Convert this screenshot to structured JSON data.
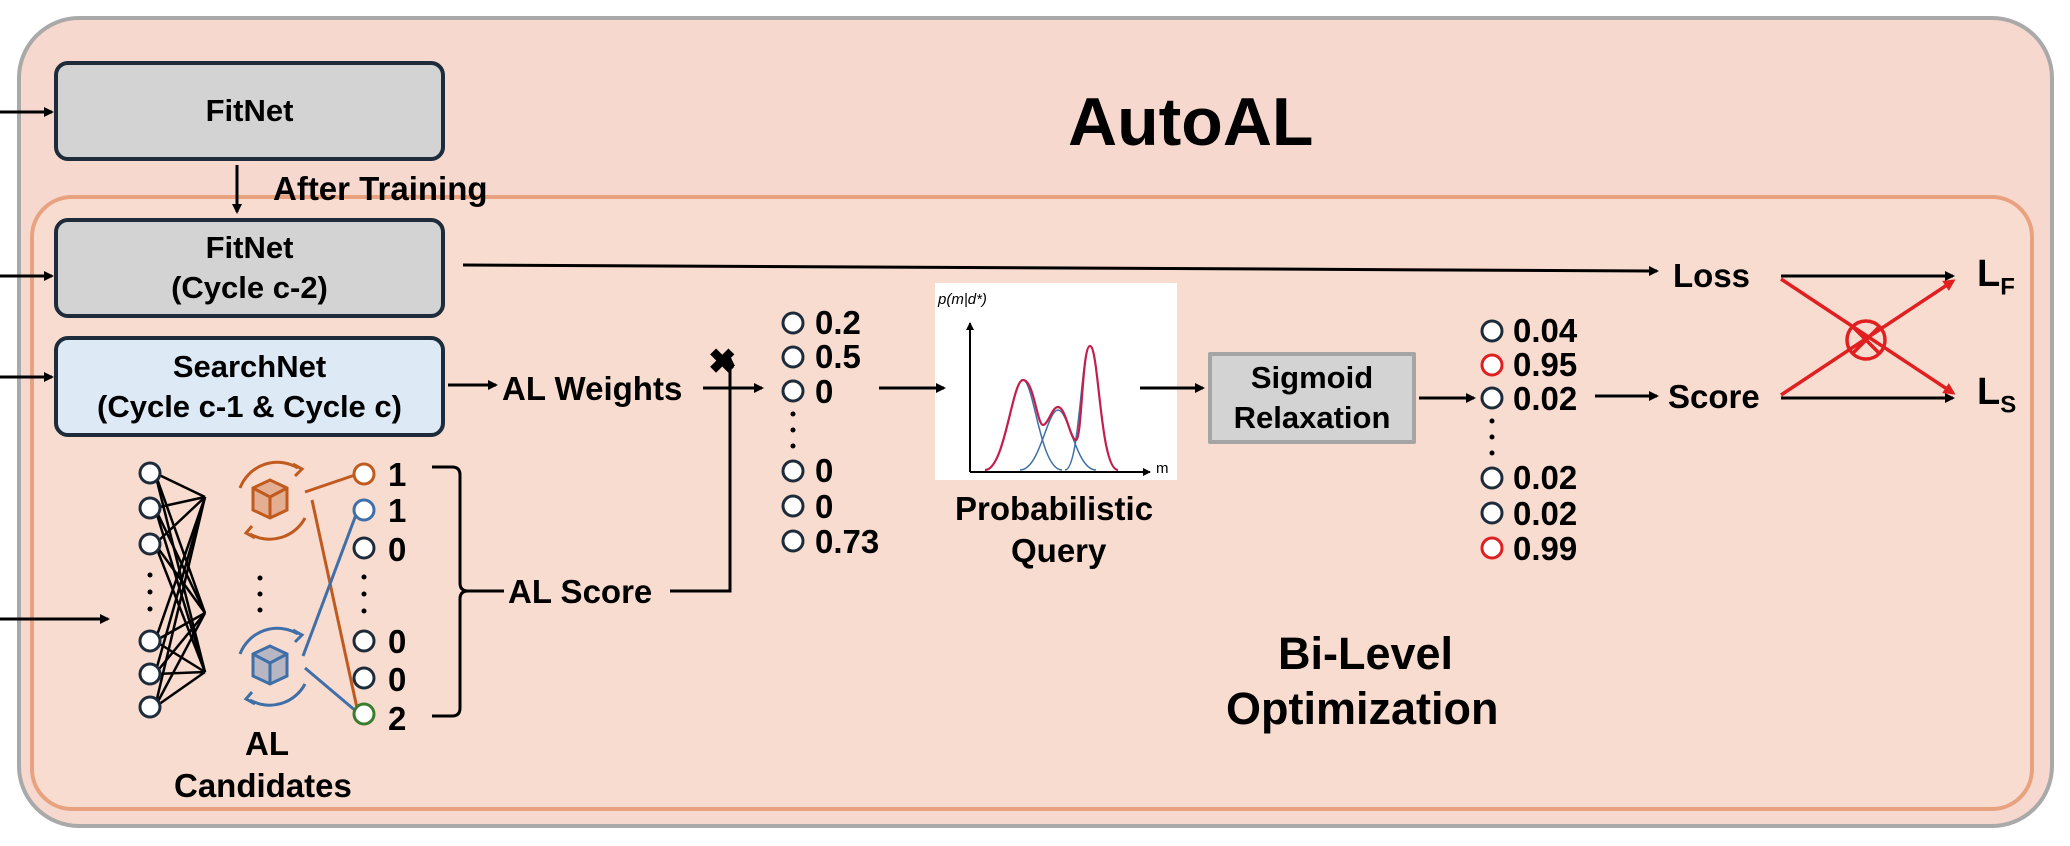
{
  "title": "AutoAL",
  "fitnet_top": "FitNet",
  "after_training": "After Training",
  "fitnet_cycle": {
    "line1": "FitNet",
    "line2": "(Cycle c-2)"
  },
  "searchnet": {
    "line1": "SearchNet",
    "line2": "(Cycle c-1 & Cycle c)"
  },
  "al_weights": "AL Weights",
  "al_score": "AL Score",
  "multiply_symbol": "✖",
  "al_candidates": {
    "line1": "AL",
    "line2": "Candidates"
  },
  "candidate_labels": [
    "1",
    "1",
    "0",
    "0",
    "0",
    "2"
  ],
  "weights_values": [
    "0.2",
    "0.5",
    "0",
    "0",
    "0",
    "0.73"
  ],
  "prob_query": {
    "line1": "Probabilistic",
    "line2": "Query"
  },
  "prob_chart": {
    "ylabel": "p(m|d*)",
    "xlabel": "m"
  },
  "sigmoid": {
    "line1": "Sigmoid",
    "line2": "Relaxation"
  },
  "score_values": [
    "0.04",
    "0.95",
    "0.02",
    "0.02",
    "0.02",
    "0.99"
  ],
  "score_highlight": [
    false,
    true,
    false,
    false,
    false,
    true
  ],
  "loss": "Loss",
  "score": "Score",
  "lf": {
    "main": "L",
    "sub": "F"
  },
  "ls": {
    "main": "L",
    "sub": "S"
  },
  "bilevel": {
    "line1": "Bi-Level",
    "line2": "Optimization"
  },
  "colors": {
    "outer_fill": "#f6d8ce",
    "outer_border": "#a9a9a9",
    "inner_fill": "#f8dcd0",
    "inner_border": "#e8a27f",
    "box_gray": "#d3d3d3",
    "box_blue": "#ddeaf6",
    "dark": "#1d2b3a",
    "orange": "#c05a1f",
    "blue": "#3f6fa8",
    "green": "#3a7d2c",
    "red": "#e02020",
    "crimson": "#c41e4a"
  }
}
